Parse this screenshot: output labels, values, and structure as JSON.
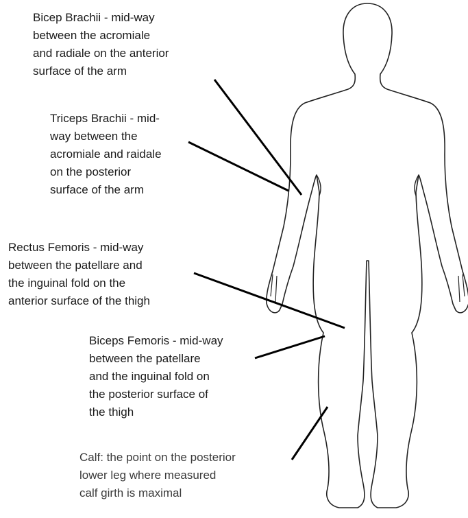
{
  "labels": {
    "bicep_brachii": [
      "Bicep Brachii - mid-way",
      "between the acromiale",
      "and radiale on the anterior",
      "surface of the arm"
    ],
    "triceps_brachii": [
      "Triceps Brachii - mid-",
      "way between the",
      "acromiale and raidale",
      "on the posterior",
      "surface of the arm"
    ],
    "rectus_femoris": [
      "Rectus Femoris - mid-way",
      "between the patellare and",
      "the inguinal fold on the",
      "anterior surface of the thigh"
    ],
    "biceps_femoris": [
      "Biceps Femoris - mid-way",
      "between the patellare",
      "and the inguinal fold on",
      "the posterior surface of",
      "the thigh"
    ],
    "calf": [
      "Calf: the point on the posterior",
      "lower leg where measured",
      "calf girth is maximal"
    ]
  },
  "colors": {
    "outline": "#222222",
    "pointer": "#000000",
    "text": "#1a1a1a"
  }
}
